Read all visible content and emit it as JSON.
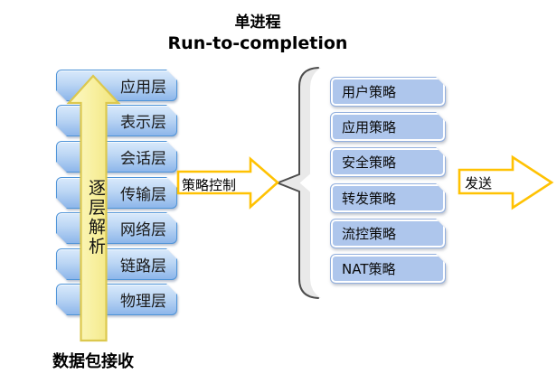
{
  "title": {
    "line1": "单进程",
    "line2": "Run-to-completion"
  },
  "left_stack": {
    "items": [
      "应用层",
      "表示层",
      "会话层",
      "传输层",
      "网络层",
      "链路层",
      "物理层"
    ],
    "arrow_label": "逐层解析",
    "bottom_label": "数据包接收"
  },
  "middle": {
    "arrow_label": "策略控制"
  },
  "right_stack": {
    "items": [
      "用户策略",
      "应用策略",
      "安全策略",
      "转发策略",
      "流控策略",
      "NAT策略"
    ]
  },
  "output": {
    "arrow_label": "发送"
  },
  "colors": {
    "layer_border": "#4f94d8",
    "layer_fill_top": "#d9e9fb",
    "layer_fill_bottom": "#8db6ea",
    "policy_fill": "#aec6ec",
    "big_arrow_border": "#dcc84e",
    "big_arrow_fill": "#f8f0a0",
    "outline_arrow_border": "#ffc203",
    "brace_stroke": "#4d4d4d"
  }
}
